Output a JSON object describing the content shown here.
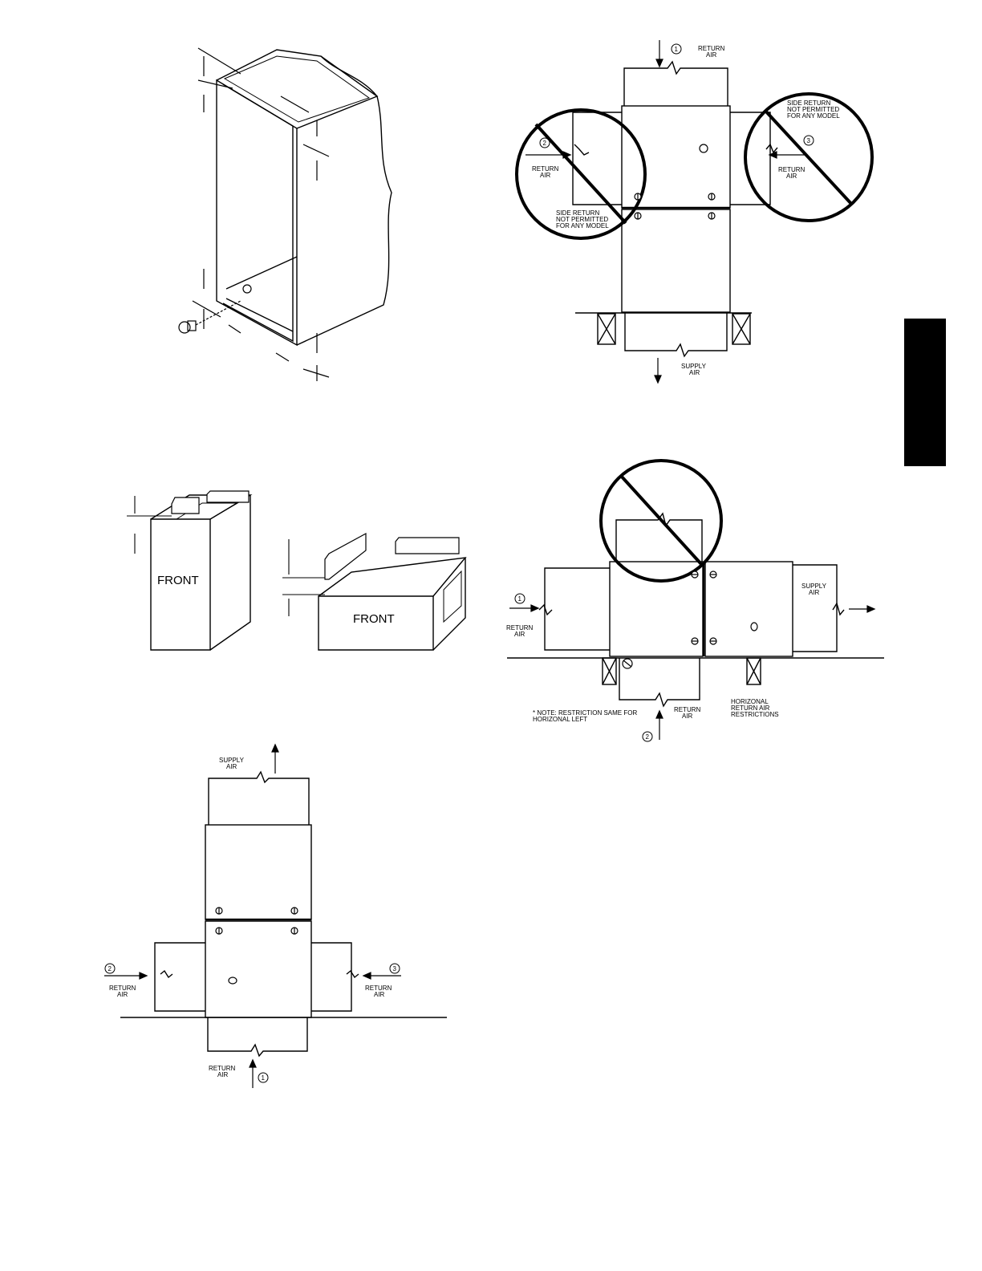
{
  "figures": {
    "leveling_legs": {},
    "level_check": {
      "front_label_upflow": "FRONT",
      "front_label_horizontal": "FRONT"
    },
    "upflow_return": {
      "supply_air": [
        "SUPPLY",
        "AIR"
      ],
      "return_left": [
        "RETURN",
        "AIR"
      ],
      "num_left": "2",
      "return_right": [
        "RETURN",
        "AIR"
      ],
      "num_right": "3",
      "return_bottom": [
        "RETURN",
        "AIR"
      ],
      "num_bottom": "1"
    },
    "downflow_return": {
      "return_top": [
        "RETURN",
        "AIR"
      ],
      "num_top": "1",
      "return_left": [
        "RETURN",
        "AIR"
      ],
      "num_left": "2",
      "return_right": [
        "RETURN",
        "AIR"
      ],
      "num_right": "3",
      "warning_left": [
        "SIDE RETURN",
        "NOT PERMITTED",
        "FOR ANY MODEL"
      ],
      "warning_right": [
        "SIDE RETURN",
        "NOT PERMITTED",
        "FOR ANY MODEL"
      ],
      "supply_air": [
        "SUPPLY",
        "AIR"
      ]
    },
    "horizontal_return": {
      "return_left": [
        "RETURN",
        "AIR"
      ],
      "num_left": "1",
      "supply_air": [
        "SUPPLY",
        "AIR"
      ],
      "return_bottom": [
        "RETURN",
        "AIR"
      ],
      "num_bottom": "2",
      "note": [
        "* NOTE: RESTRICTION SAME FOR",
        "HORIZONAL LEFT"
      ],
      "restrictions": [
        "HORIZONAL",
        "RETURN AIR",
        "RESTRICTIONS"
      ]
    }
  },
  "colors": {
    "ink": "#000000",
    "paper": "#ffffff",
    "tab": "#000000"
  }
}
